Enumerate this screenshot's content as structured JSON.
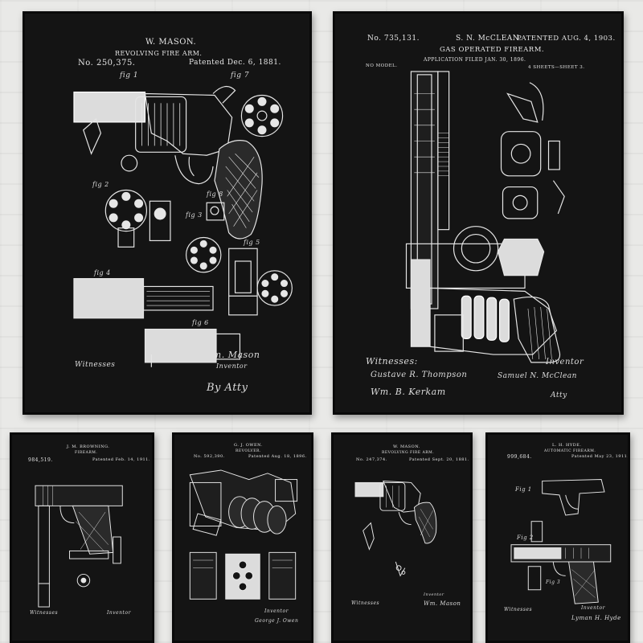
{
  "colors": {
    "poster_bg": "#141414",
    "line": "#e6e6e6",
    "wall": "#e9e9e7"
  },
  "posters": {
    "mason": {
      "inventor": "W. MASON.",
      "title": "REVOLVING FIRE ARM.",
      "number": "No. 250,375.",
      "patented": "Patented Dec. 6, 1881.",
      "fig1": "fig 1",
      "fig7": "fig 7",
      "fig2": "fig 2",
      "fig3": "fig 3",
      "fig4": "fig 4",
      "fig5": "fig 5",
      "fig6": "fig 6",
      "fig8": "fig 8",
      "witnesses": "Witnesses",
      "inventor_label": "Inventor",
      "sig_inventor": "Wm. Mason",
      "sig_attorney": "By Atty"
    },
    "mclean": {
      "number": "No. 735,131.",
      "inventor": "S. N. McCLEAN.",
      "patented": "PATENTED AUG. 4, 1903.",
      "title": "GAS OPERATED FIREARM.",
      "application": "APPLICATION FILED JAN. 30, 1896.",
      "model": "NO MODEL.",
      "sheets": "4 SHEETS—SHEET 3.",
      "witnesses": "Witnesses:",
      "inventor_label": "Inventor",
      "sig_witness1": "Gustave R. Thompson",
      "sig_witness2": "Wm. B. Kerkam",
      "sig_inventor": "Samuel N. McClean",
      "sig_attorney": "Atty"
    },
    "browning": {
      "inventor": "J. M. BROWNING.",
      "title": "FIREARM.",
      "number": "984,519.",
      "patented": "Patented Feb. 14, 1911.",
      "witnesses": "Witnesses",
      "inventor_label": "Inventor"
    },
    "owen": {
      "inventor": "G. J. OWEN.",
      "title": "REVOLVER.",
      "number": "No. 592,390.",
      "patented": "Patented Aug. 18, 1896.",
      "inventor_label": "Inventor",
      "sig_inventor": "George J. Owen"
    },
    "mason2": {
      "inventor": "W. MASON.",
      "title": "REVOLVING FIRE ARM.",
      "number": "No. 247,374.",
      "patented": "Patented Sept. 20, 1881.",
      "witnesses": "Witnesses",
      "inventor_label": "Inventor",
      "sig_inventor": "Wm. Mason"
    },
    "hyde": {
      "inventor": "L. H. HYDE.",
      "title": "AUTOMATIC FIREARM.",
      "number": "999,684.",
      "patented": "Patented May 23, 1911.",
      "fig1": "Fig 1",
      "fig2": "Fig 2",
      "fig3": "Fig 3",
      "witnesses": "Witnesses",
      "inventor_label": "Inventor",
      "sig_inventor": "Lyman H. Hyde"
    }
  }
}
